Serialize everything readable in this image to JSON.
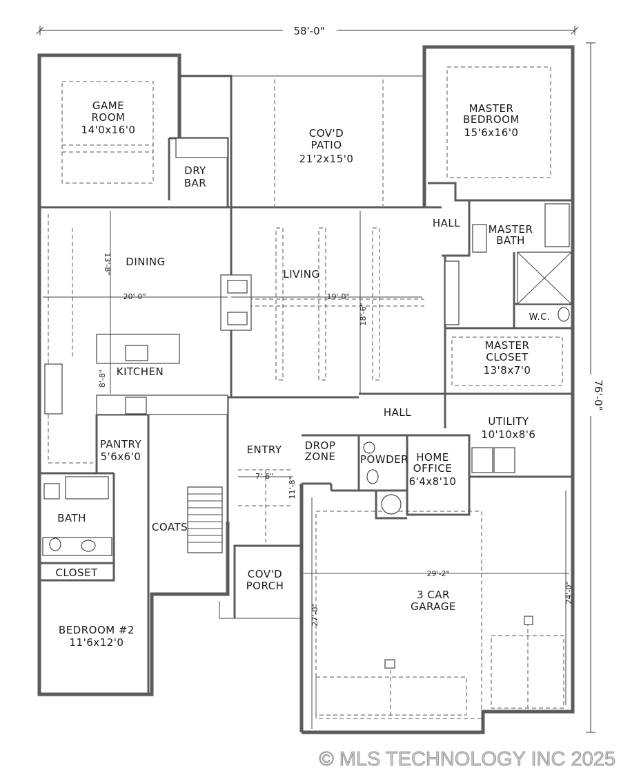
{
  "overall": {
    "width": "58'-0\"",
    "depth": "76'-0\""
  },
  "rooms": {
    "game_room": {
      "name_line1": "GAME",
      "name_line2": "ROOM",
      "size": "14'0x16'0"
    },
    "dry_bar": {
      "name_line1": "DRY",
      "name_line2": "BAR"
    },
    "patio": {
      "name_line1": "COV'D",
      "name_line2": "PATIO",
      "size": "21'2x15'0"
    },
    "master_bedroom": {
      "name_line1": "MASTER",
      "name_line2": "BEDROOM",
      "size": "15'6x16'0"
    },
    "hall_upper": {
      "name": "HALL"
    },
    "master_bath": {
      "name_line1": "MASTER",
      "name_line2": "BATH"
    },
    "wc": {
      "name": "W.C."
    },
    "dining": {
      "name": "DINING"
    },
    "living": {
      "name": "LIVING"
    },
    "kitchen": {
      "name": "KITCHEN"
    },
    "master_closet": {
      "name_line1": "MASTER",
      "name_line2": "CLOSET",
      "size": "13'8x7'0"
    },
    "hall_lower": {
      "name": "HALL"
    },
    "utility": {
      "name": "UTILITY",
      "size": "10'10x8'6"
    },
    "pantry": {
      "name": "PANTRY",
      "size": "5'6x6'0"
    },
    "entry": {
      "name": "ENTRY"
    },
    "drop_zone": {
      "name_line1": "DROP",
      "name_line2": "ZONE"
    },
    "powder": {
      "name": "POWDER"
    },
    "home_office": {
      "name_line1": "HOME",
      "name_line2": "OFFICE",
      "size": "6'4x8'10"
    },
    "bath": {
      "name": "BATH"
    },
    "coats": {
      "name": "COATS"
    },
    "closet": {
      "name": "CLOSET"
    },
    "porch": {
      "name_line1": "COV'D",
      "name_line2": "PORCH"
    },
    "garage": {
      "name_line1": "3 CAR",
      "name_line2": "GARAGE"
    },
    "bedroom2": {
      "name": "BEDROOM #2",
      "size": "11'6x12'0"
    }
  },
  "dimensions": {
    "dining_depth": "13'-8\"",
    "dining_width": "20'-0\"",
    "living_width": "19'-0\"",
    "living_depth": "18'-6\"",
    "kitchen_depth": "8'-8\"",
    "entry_width": "7'-6\"",
    "entry_depth": "11'-8\"",
    "garage_width": "29'-2\"",
    "garage_depth_left": "27'-0\"",
    "garage_depth_right": "24'-0\""
  },
  "watermark": "© MLS TECHNOLOGY INC 2025"
}
